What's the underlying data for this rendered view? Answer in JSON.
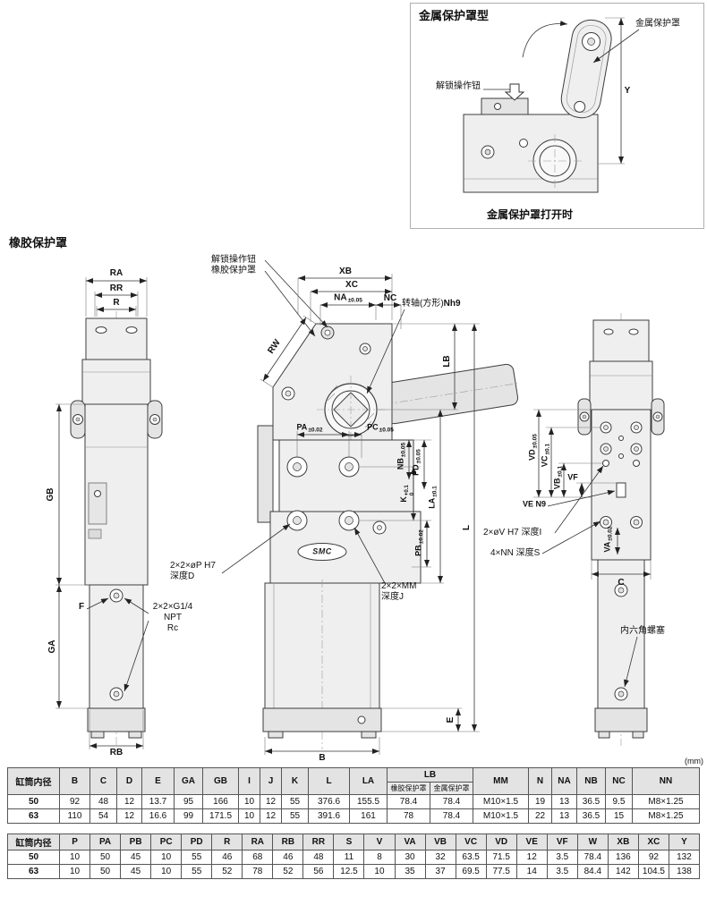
{
  "page": {
    "mm_note": "(mm)"
  },
  "metal_box": {
    "title": "金属保护罩型",
    "cover_label": "金属保护罩",
    "unlock_label": "解锁操作钮",
    "open_caption": "金属保护罩打开时"
  },
  "rubber_heading": "橡胶保护罩",
  "annotations": {
    "unlock": "解锁操作钮",
    "rubber_cover": "橡胶保护罩",
    "shaft_base": "转轴(方形)",
    "shaft_code": "Nh9",
    "p_hole_line1": "2×2×øP H7",
    "p_hole_line2": "深度D",
    "npt_line1": "2×2×G1/4",
    "npt_line2": "NPT",
    "npt_line3": "Rc",
    "mm_hole_line1": "2×2×MM",
    "mm_hole_line2": "深度J",
    "v_hole": "2×øV H7 深度I",
    "nn_hole": "4×NN 深度S",
    "ve_base": "VE",
    "ve_code": "N9",
    "hex_plug": "内六角螺塞",
    "logo": "SMC"
  },
  "dims": {
    "y": "Y",
    "xb": "XB",
    "xc": "XC",
    "nc": "NC",
    "rw": "RW",
    "lb": "LB",
    "l": "L",
    "e": "E",
    "b": "B",
    "ra": "RA",
    "rr": "RR",
    "r": "R",
    "gb": "GB",
    "ga": "GA",
    "f": "F",
    "rb": "RB",
    "vf": "VF",
    "c": "C",
    "na": {
      "base": "NA",
      "tol": "±0.05"
    },
    "pa": {
      "base": "PA",
      "tol": "±0.02"
    },
    "pc": {
      "base": "PC",
      "tol": "±0.05"
    },
    "nb": {
      "base": "NB",
      "tol": "±0.05"
    },
    "pd": {
      "base": "PD",
      "tol": "±0.05"
    },
    "k": {
      "base": "K",
      "tol_top": "+0.1",
      "tol_bottom": "0"
    },
    "pb": {
      "base": "PB",
      "tol": "±0.02"
    },
    "la": {
      "base": "LA",
      "tol": "±0.1"
    },
    "vd": {
      "base": "VD",
      "tol": "±0.05"
    },
    "vc": {
      "base": "VC",
      "tol": "±0.1"
    },
    "vb": {
      "base": "VB",
      "tol": "±0.1"
    },
    "va": {
      "base": "VA",
      "tol": "±0.02"
    }
  },
  "tables": {
    "t1": {
      "headers": [
        "缸筒内径",
        "B",
        "C",
        "D",
        "E",
        "GA",
        "GB",
        "I",
        "J",
        "K",
        "L",
        "LA",
        "LB",
        "MM",
        "N",
        "NA",
        "NB",
        "NC",
        "NN"
      ],
      "lb_sub": [
        "橡胶保护罩",
        "金属保护罩"
      ],
      "rows": [
        [
          "50",
          "92",
          "48",
          "12",
          "13.7",
          "95",
          "166",
          "10",
          "12",
          "55",
          "376.6",
          "155.5",
          "78.4",
          "78.4",
          "M10×1.5",
          "19",
          "13",
          "36.5",
          "9.5",
          "M8×1.25"
        ],
        [
          "63",
          "110",
          "54",
          "12",
          "16.6",
          "99",
          "171.5",
          "10",
          "12",
          "55",
          "391.6",
          "161",
          "78",
          "78.4",
          "M10×1.5",
          "22",
          "13",
          "36.5",
          "15",
          "M8×1.25"
        ]
      ]
    },
    "t2": {
      "headers": [
        "缸筒内径",
        "P",
        "PA",
        "PB",
        "PC",
        "PD",
        "R",
        "RA",
        "RB",
        "RR",
        "S",
        "V",
        "VA",
        "VB",
        "VC",
        "VD",
        "VE",
        "VF",
        "W",
        "XB",
        "XC",
        "Y"
      ],
      "rows": [
        [
          "50",
          "10",
          "50",
          "45",
          "10",
          "55",
          "46",
          "68",
          "46",
          "48",
          "11",
          "8",
          "30",
          "32",
          "63.5",
          "71.5",
          "12",
          "3.5",
          "78.4",
          "136",
          "92",
          "132"
        ],
        [
          "63",
          "10",
          "50",
          "45",
          "10",
          "55",
          "52",
          "78",
          "52",
          "56",
          "12.5",
          "10",
          "35",
          "37",
          "69.5",
          "77.5",
          "14",
          "3.5",
          "84.4",
          "142",
          "104.5",
          "138"
        ]
      ]
    }
  }
}
